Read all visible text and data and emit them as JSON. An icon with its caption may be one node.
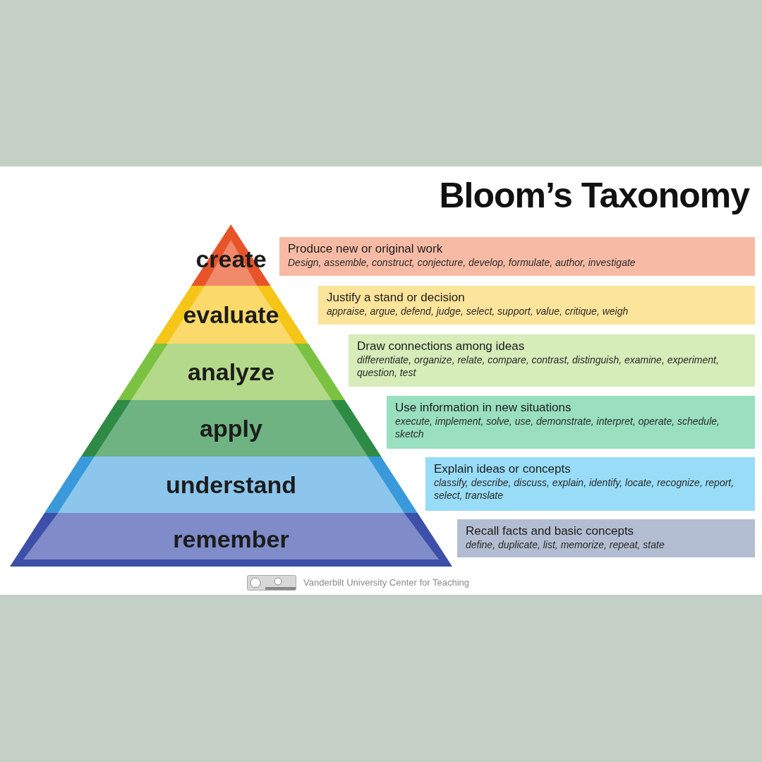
{
  "diagram": {
    "title": "Bloom’s Taxonomy",
    "nodes": [
      {
        "text": [
          "create"
        ]
      },
      {
        "text": [
          "evaluate"
        ]
      },
      {
        "text": [
          "analyze"
        ]
      },
      {
        "text": [
          "apply"
        ]
      },
      {
        "text": [
          "understand"
        ]
      },
      {
        "text": [
          "remember"
        ]
      },
      {
        "text": [
          "Produce new or original work",
          "Design, assemble, construct, conjecture, develop, formulate, author, investigate"
        ]
      },
      {
        "text": [
          "Justify a stand or decision",
          "appraise, argue, defend, judge, select, support, value, critique, weigh"
        ]
      },
      {
        "text": [
          "Draw connections among ideas",
          "differentiate, organize, relate, compare, contrast, distinguish, examine, experiment, question, test"
        ]
      },
      {
        "text": [
          "Use information in new situations",
          "execute, implement, solve, use, demonstrate, interpret, operate, schedule, sketch"
        ]
      },
      {
        "text": [
          "Explain ideas or concepts",
          "classify, describe, discuss, explain, identify, locate, recognize, report, select, translate"
        ]
      },
      {
        "text": [
          "Recall facts and basic concepts",
          "define, duplicate, list, memorize, repeat, state"
        ]
      }
    ],
    "edges": [],
    "labels": [
      "Vanderbilt University Center for Teaching"
    ]
  }
}
